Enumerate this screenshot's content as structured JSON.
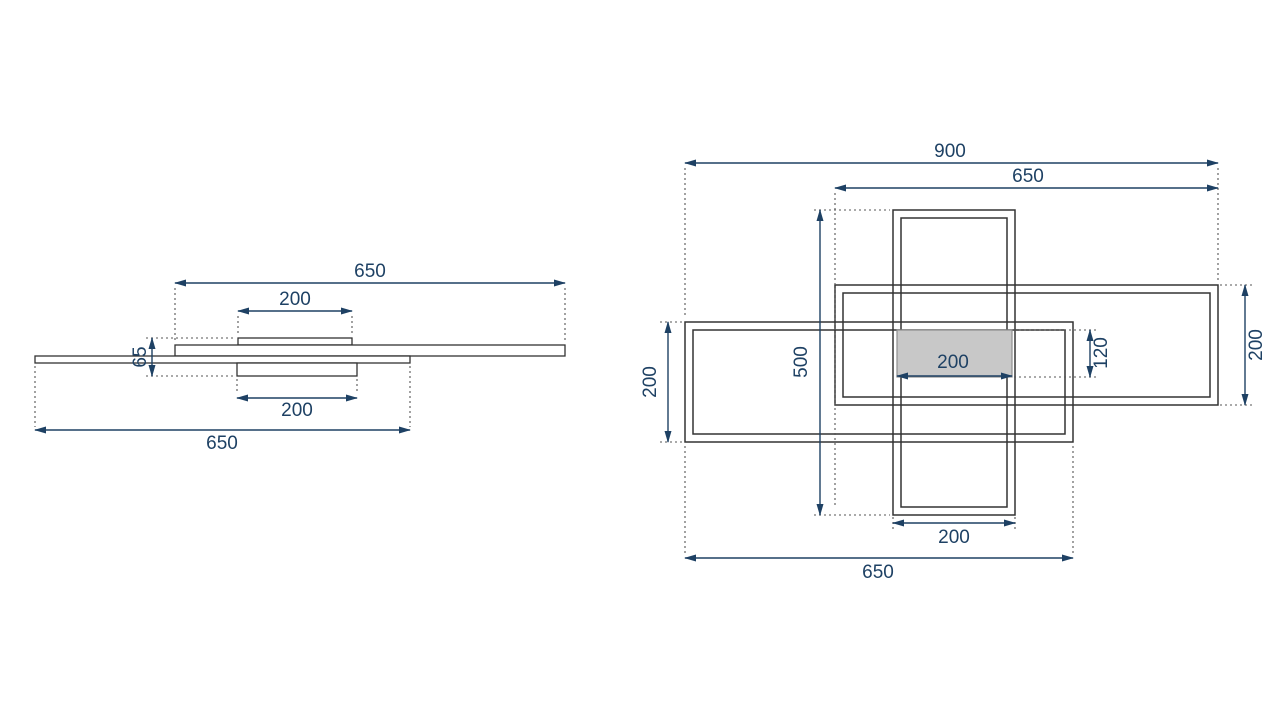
{
  "colors": {
    "dimension": "#1e4164",
    "outline": "#333333",
    "core_fill": "#c8c8c8",
    "background": "#ffffff"
  },
  "side_view": {
    "dims": {
      "top_width": "650",
      "top_module_width": "200",
      "total_height": "65",
      "bottom_module_width": "200",
      "bottom_width": "650"
    }
  },
  "top_view": {
    "dims": {
      "overall_width": "900",
      "right_frame_width": "650",
      "center_frame_height": "500",
      "left_frame_height": "200",
      "right_frame_height": "200",
      "core_width": "200",
      "core_height": "120",
      "center_frame_width": "200",
      "left_frame_width": "650"
    }
  }
}
